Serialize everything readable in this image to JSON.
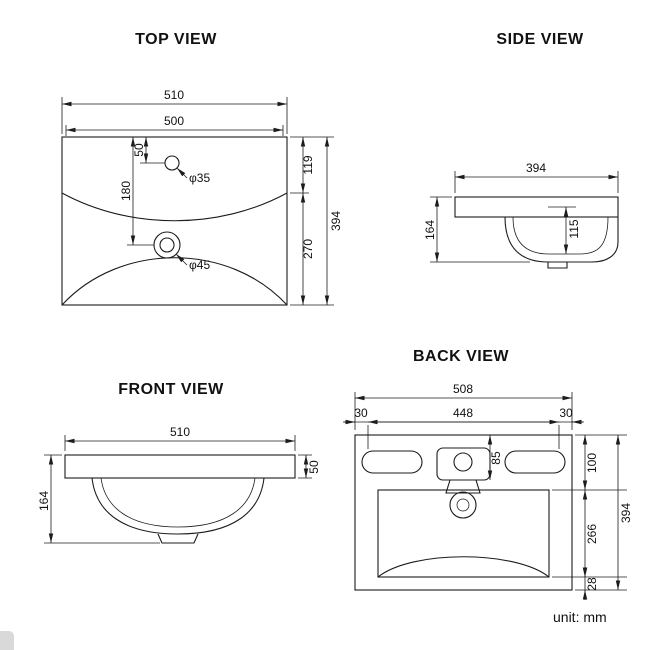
{
  "top_view": {
    "title": "TOP VIEW",
    "outer_width": "510",
    "inner_width": "500",
    "faucet_offset": "50",
    "drain_offset": "180",
    "deck_depth": "119",
    "bowl_depth": "270",
    "total_depth": "394",
    "faucet_hole": "φ35",
    "drain_hole": "φ45"
  },
  "side_view": {
    "title": "SIDE VIEW",
    "depth": "394",
    "height": "164",
    "inner_depth": "115"
  },
  "front_view": {
    "title": "FRONT VIEW",
    "width": "510",
    "height": "164",
    "rim_height": "50"
  },
  "back_view": {
    "title": "BACK VIEW",
    "width": "508",
    "left_offset": "30",
    "center_width": "448",
    "right_offset": "30",
    "faucet_drop": "85",
    "top_section": "100",
    "middle_section": "266",
    "bottom_section": "28",
    "total_height": "394"
  },
  "footer": {
    "unit_note": "unit: mm"
  }
}
